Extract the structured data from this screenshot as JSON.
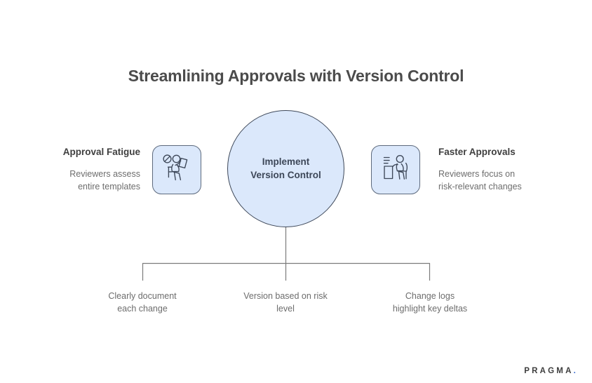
{
  "title": "Streamlining Approvals with Version Control",
  "center": {
    "label": "Implement\nVersion Control",
    "line1": "Implement",
    "line2": "Version Control",
    "fill": "#dbe8fb",
    "stroke": "#3d4758"
  },
  "sides": [
    {
      "side": "left",
      "heading": "Approval Fatigue",
      "description": "Reviewers assess entire templates",
      "desc_line1": "Reviewers assess",
      "desc_line2": "entire templates",
      "icon": "person-reviewing-document-blocked-icon"
    },
    {
      "side": "right",
      "heading": "Faster Approvals",
      "description": "Reviewers focus on risk-relevant changes",
      "desc_line1": "Reviewers focus on",
      "desc_line2": "risk-relevant changes",
      "icon": "person-at-desk-checklist-icon"
    }
  ],
  "branches": [
    {
      "label": "Clearly document each change",
      "line1": "Clearly document",
      "line2": "each change"
    },
    {
      "label": "Version based on risk level",
      "line1": "Version based on risk",
      "line2": "level"
    },
    {
      "label": "Change logs highlight key deltas",
      "line1": "Change logs",
      "line2": "highlight key deltas"
    }
  ],
  "brand": {
    "name": "PRAGMA",
    "dot": "."
  },
  "colors": {
    "background": "#ffffff",
    "node_fill": "#dbe8fb",
    "node_stroke": "#3d4758",
    "connector": "#7b7b7b",
    "title_text": "#4b4b4b",
    "body_text": "#6d6d6d",
    "heading_text": "#3f3f3f",
    "accent": "#3f6fd1"
  }
}
